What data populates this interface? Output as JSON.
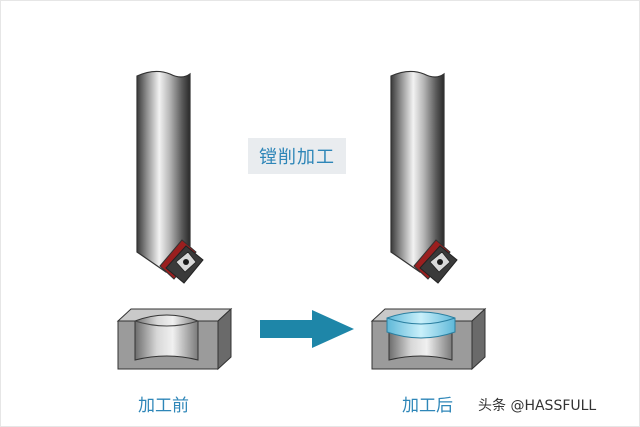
{
  "title": "镗削加工",
  "caption_before": "加工前",
  "caption_after": "加工后",
  "watermark": "头条 @HASSFULL",
  "colors": {
    "accent_text": "#2e86b8",
    "arrow": "#1e86a8",
    "title_background": "#e9ecef",
    "finished_surface": "#9fdcf0",
    "insert_seat": "#9a1f1f"
  },
  "icons": {
    "arrow": "right-arrow-icon"
  }
}
